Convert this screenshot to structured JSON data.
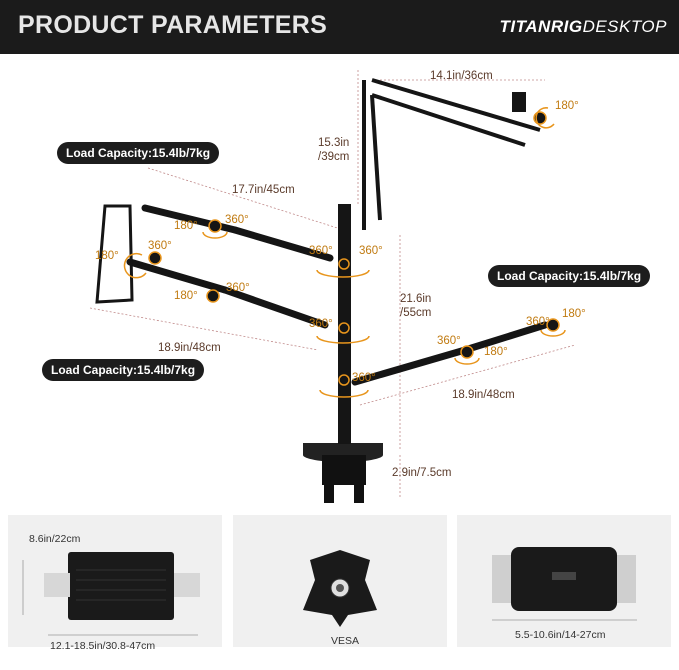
{
  "header": {
    "title": "PRODUCT PARAMETERS",
    "brand_main": "TITANRIG",
    "brand_sub": "DESKTOP"
  },
  "diagram": {
    "dimensions": {
      "top_arm_length": "14.1in/36cm",
      "top_arm_height": "15.3in\n/39cm",
      "upper_left_arm": "17.7in/45cm",
      "pole_height": "21.6in\n/55cm",
      "lower_left_arm": "18.9in/48cm",
      "right_arm": "18.9in/48cm",
      "base_height": "2.9in/7.5cm"
    },
    "rotation_labels": [
      "180°",
      "360°",
      "180°",
      "360°",
      "180°",
      "360°",
      "180°",
      "360°",
      "360°",
      "360°",
      "360°",
      "180°",
      "360°",
      "180°",
      "360°"
    ],
    "load_badges": [
      "Load Capacity:15.4lb/7kg",
      "Load Capacity:15.4lb/7kg",
      "Load Capacity:15.4lb/7kg"
    ]
  },
  "panels": {
    "laptop_tray": {
      "height": "8.6in/22cm",
      "width": "12.1-18.5in/30.8-47cm"
    },
    "vesa": {
      "label": "VESA"
    },
    "tablet_holder": {
      "width": "5.5-10.6in/14-27cm"
    }
  },
  "colors": {
    "header_bg": "#1b1b1b",
    "accent": "#e8951c",
    "badge_bg": "#1d1d1d",
    "panel_bg": "#f0f0f0"
  }
}
